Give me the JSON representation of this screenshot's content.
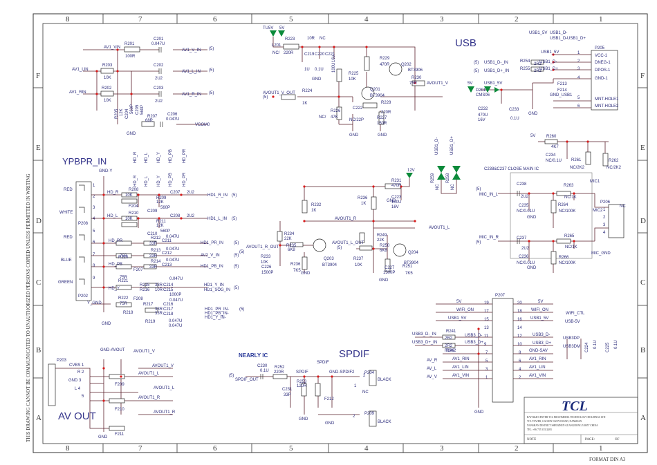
{
  "border": {
    "columns": [
      "8",
      "7",
      "6",
      "5",
      "4",
      "3",
      "2",
      "1"
    ],
    "rows": [
      "F",
      "E",
      "D",
      "C",
      "B",
      "A"
    ],
    "side_notice": "THIS DRAWING CANNOT BE COMMUNICATED TO UNAUTHORIZED PERSONS COPIED UNLESS PERMITTED IN WRITING",
    "format": "FORMAT DIN A3"
  },
  "sections": {
    "usb": "USB",
    "ypbpr": "YPBPR_IN",
    "spdif": "SPDIF",
    "av_out": "AV OUT",
    "nearly_ic": "NEARLY IC",
    "close_main_ic": "C238&C237 CLOSE MAIN IC"
  },
  "title_block": {
    "logo": "TCL",
    "address_lines": [
      "R/W R&D CENTER TCL MULTIMEDIA TECHNOLOGY HOLDINGS LTD",
      "TCL TOWER, GAOXIN NANYI ROAD, NANSHAN",
      "NANSHAN DISTRICT SHENZHEN GUANGDONG 518057 CHINA",
      "TEL: +86 755 33312483"
    ],
    "note": "NOTE",
    "page": "PAGE:",
    "of": "OF"
  },
  "av_inputs": {
    "parts": [
      "R201",
      "100R",
      "C201",
      "0.047U",
      "R203",
      "10K",
      "C202",
      "2U2",
      "R202",
      "10K",
      "C203",
      "2U2",
      "R205",
      "12K",
      "C204",
      "560P",
      "C205",
      "560P",
      "R207",
      "68R",
      "C206",
      "0.047U"
    ],
    "nets": [
      "AV1_VIN",
      "AV1_LIN",
      "AV1_RIN",
      "AV1_V_IN",
      "AV1_L_IN",
      "AV1_R_IN",
      "VCOM0",
      "(5)",
      "(5)",
      "(5)"
    ]
  },
  "video_buffer": {
    "parts": [
      "L201",
      "220R",
      "R223",
      "10R",
      "NC",
      "C219",
      "C220",
      "C221",
      "1U",
      "0.1U",
      "100U",
      "16V",
      "R229",
      "470R",
      "Q202",
      "BT3906",
      "R225",
      "10K",
      "Q201",
      "BT3904",
      "R230",
      "75R",
      "R224",
      "1K",
      "C222",
      "NC/22P",
      "R228",
      "220R",
      "R226",
      "47K",
      "R227",
      "150R"
    ],
    "nets": [
      "TU5V",
      "5V",
      "AVOUT1_V_OUT",
      "AVOUT1_V",
      "NC/",
      "(5)",
      "GND",
      "GND",
      "GND"
    ]
  },
  "usb_block": {
    "parts": [
      "P205",
      "R254",
      "2R2",
      "R255",
      "2R2",
      "D201",
      "CMS06",
      "C232",
      "470U",
      "16V",
      "C233",
      "0.1U",
      "F213",
      "F214"
    ],
    "nets": [
      "USB1_5V",
      "USB1_D-",
      "USB1_D+",
      "USB1_D-_IN",
      "USB1_D+_IN",
      "GND_USB1",
      "5V",
      "(5)",
      "(5)"
    ],
    "pins": [
      "VCC-1",
      "DNEG-1",
      "DPOS-1",
      "GND-1",
      "MNT-HOLE1",
      "MNT-HOLE2"
    ],
    "pin_numbers": [
      "1",
      "2",
      "3",
      "4",
      "5",
      "6"
    ]
  },
  "ypbpr_block": {
    "connectors": [
      "P208",
      "P202"
    ],
    "color_labels": [
      "RED",
      "WHITE",
      "RED",
      "BLUE",
      "GREEN"
    ],
    "pin_numbers": [
      "1",
      "2",
      "3",
      "4",
      "5",
      "6",
      "7",
      "8",
      "9"
    ],
    "parts": [
      "R208",
      "10K",
      "F204",
      "R209",
      "12K",
      "C209",
      "560P",
      "R210",
      "10K",
      "R211",
      "12K",
      "C210",
      "560P",
      "R212",
      "33R",
      "R220",
      "75R",
      "R213",
      "33R",
      "R214",
      "33R",
      "R221",
      "75R",
      "F207",
      "R215",
      "33R",
      "R216",
      "10R",
      "R222",
      "75R",
      "F208",
      "R217",
      "33R",
      "R218",
      "R219",
      "33R",
      "C207",
      "2U2",
      "C208",
      "2U2",
      "C211",
      "0.047U",
      "C212",
      "0.047U",
      "C213",
      "0.047U",
      "C214",
      "0.047U",
      "C215",
      "1000P",
      "C216",
      "0.047U",
      "C217",
      "0.047U",
      "C218",
      "0.047U"
    ],
    "nets": [
      "HD_R",
      "HD_L",
      "HD_Y",
      "HD_PB",
      "HD_PR",
      "GND-Y",
      "HD1_R_IN",
      "HD1_L_IN",
      "HD1_PR_IN",
      "AV2_V_IN",
      "HD1_PB_IN",
      "HD1_Y_IN",
      "HD1_SOG_IN",
      "HD1_PR_IN-",
      "HD1_PB_IN-",
      "HD1_Y_IN-",
      "Y_GND",
      "GND",
      "(5)"
    ]
  },
  "audio_buffer": {
    "parts": [
      "R231",
      "470R",
      "C223",
      "100U",
      "16V",
      "R232",
      "1K",
      "R236",
      "1K",
      "R234",
      "22K",
      "R235",
      "6K8",
      "Q203",
      "BT3904",
      "R233",
      "10K",
      "R236",
      "7K5",
      "C226",
      "1500P",
      "R249",
      "22K",
      "R250",
      "6K8",
      "Q204",
      "BT3904",
      "R237",
      "10K",
      "R251",
      "7K5",
      "C227",
      "1500P"
    ],
    "nets": [
      "12V",
      "AVOUT1_R",
      "AVOUT1_L",
      "AVOUT1_R_OUT",
      "AVOUT1_L_OUT",
      "(5)",
      "(5)",
      "GND"
    ]
  },
  "esd": {
    "parts": [
      "R259",
      "NC",
      "R258",
      "NC"
    ],
    "nets": [
      "USB1_D-",
      "USB1_D+"
    ]
  },
  "mic_block": {
    "parts": [
      "R260",
      "4K7",
      "C234",
      "NC/0.1U",
      "R261",
      "NC/2K2",
      "R262",
      "NC/2K2",
      "C238",
      "2U2",
      "R263",
      "NC/1K",
      "C235",
      "NC/0.01U",
      "R264",
      "NC/100K",
      "C237",
      "2U2",
      "R265",
      "NC/1K",
      "C236",
      "NC/0.01U",
      "R266",
      "NC/100K",
      "P206"
    ],
    "nets": [
      "5V",
      "MIC_IN_L",
      "MIC_IN_R",
      "MIC1",
      "MIC2",
      "MIC_GND",
      "NC",
      "(5)",
      "(5)"
    ],
    "pin_numbers": [
      "1",
      "2",
      "3",
      "4"
    ]
  },
  "p207": {
    "ref": "P207",
    "left_pins": [
      "19",
      "17",
      "15",
      "13",
      "11",
      "9",
      "7",
      "5",
      "3",
      "1"
    ],
    "right_pins": [
      "20",
      "18",
      "16",
      "14",
      "12",
      "10",
      "8",
      "6",
      "4",
      "2"
    ],
    "left_nets": [
      "5V",
      "WIFI_ON",
      "USB1_5V",
      "",
      "USB3_D-",
      "USB3_D+",
      "R242",
      "AV1_RIN",
      "AV1_LIN",
      "AV1_VIN"
    ],
    "right_nets": [
      "5V",
      "WIFI_ON",
      "USB1_5V",
      "",
      "USB3_D-",
      "USB3_D+",
      "GND-SAV",
      "AV1_RIN",
      "AV1_LIN",
      "AV1_VIN"
    ],
    "side_nets": [
      "WIFI_CTL",
      "USB-5V",
      "USB3DP",
      "USB3DM",
      "AV_R",
      "AV_L",
      "AV_V",
      "USB3_D-_IN",
      "USB3_D+_IN"
    ],
    "parts": [
      "R241",
      "2R2",
      "R242",
      "2R2",
      "C224",
      "0.1U",
      "C225",
      "0.1U"
    ]
  },
  "av_out": {
    "connector": "P203",
    "pins": [
      "CVBS 1",
      "R 2",
      "GND 3",
      "L 4",
      "5"
    ],
    "parts": [
      "F209",
      "F210",
      "F211"
    ],
    "nets": [
      "GND-AVOUT",
      "AVOUT1_V",
      "AVOUT1_L",
      "AVOUT1_R",
      "GND"
    ]
  },
  "spdif_block": {
    "parts": [
      "C230",
      "0.1U",
      "R252",
      "220R",
      "R253",
      "120R",
      "C231",
      "33P",
      "F212",
      "P204",
      "P209"
    ],
    "nets": [
      "SPDIF_OUT",
      "SPDIF",
      "GND-SPDIF2",
      "BLACK",
      "BLACK",
      "NC",
      "(5)"
    ],
    "pin_numbers": [
      "1",
      "2",
      "2"
    ]
  }
}
